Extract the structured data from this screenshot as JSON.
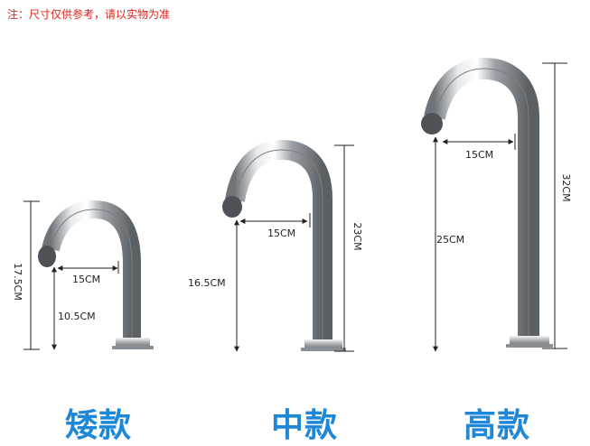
{
  "note": "注：尺寸仅供参考，请以实物为准",
  "colors": {
    "note": "#e0241b",
    "model_label": "#1e87d8",
    "dimension_line": "#222222",
    "chrome": "#b8bcc0"
  },
  "faucets": [
    {
      "model": "矮款",
      "total_height": "17.5CM",
      "spout_height": "10.5CM",
      "reach": "15CM"
    },
    {
      "model": "中款",
      "total_height": "23CM",
      "spout_height": "16.5CM",
      "reach": "15CM"
    },
    {
      "model": "高款",
      "total_height": "32CM",
      "spout_height": "25CM",
      "reach": "15CM"
    }
  ]
}
